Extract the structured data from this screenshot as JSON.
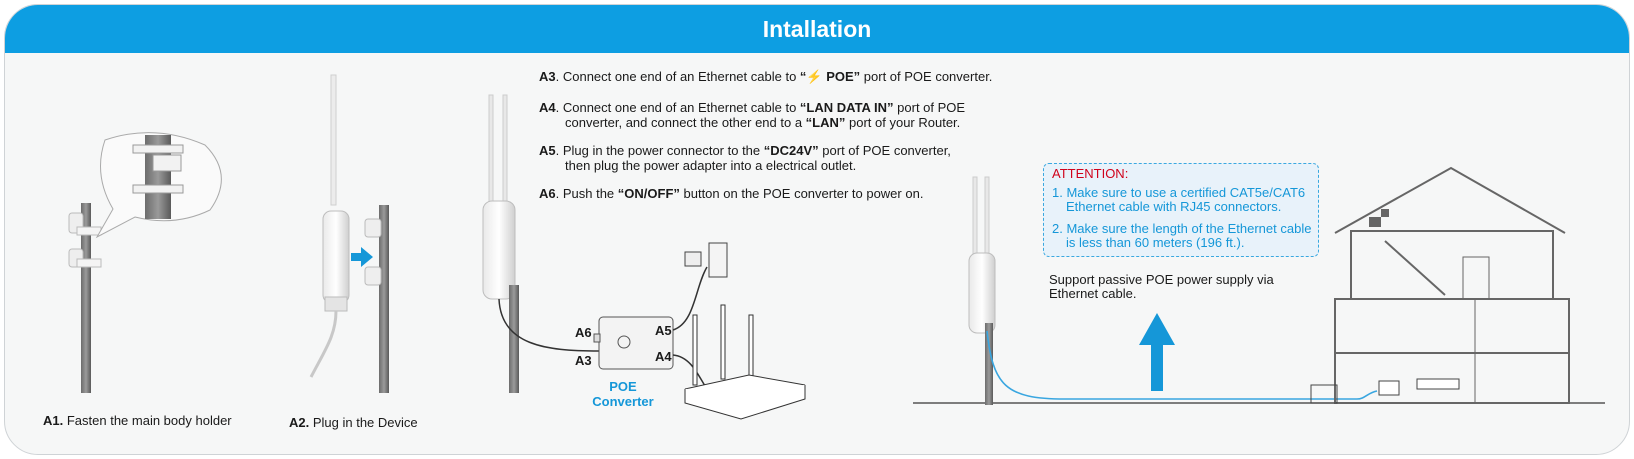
{
  "header": {
    "title": "Intallation"
  },
  "steps": {
    "a1": {
      "code": "A1.",
      "text": "Fasten the main body holder"
    },
    "a2": {
      "code": "A2.",
      "text": "Plug in the Device"
    },
    "a3": {
      "code": "A3",
      "pre": ". Connect one end of an Ethernet cable to ",
      "em": "“⚡ POE”",
      "post": " port of POE converter."
    },
    "a4": {
      "code": "A4",
      "pre": ". Connect one end of an Ethernet cable to ",
      "em": "“LAN DATA IN”",
      "post": " port of POE",
      "line2_pre": "converter, and connect the other end to a ",
      "line2_em": "“LAN”",
      "line2_post": " port of your Router."
    },
    "a5": {
      "code": "A5",
      "pre": ". Plug in the power connector to the ",
      "em": "“DC24V”",
      "post": " port of POE converter,",
      "line2": "then plug the power adapter into a electrical outlet."
    },
    "a6": {
      "code": "A6",
      "pre": ". Push the ",
      "em": "“ON/OFF”",
      "post": " button on the POE converter  to  power  on."
    }
  },
  "poe_converter": {
    "label_line1": "POE",
    "label_line2": "Converter",
    "ports": {
      "a6": "A6",
      "a3": "A3",
      "a5": "A5",
      "a4": "A4"
    }
  },
  "attention": {
    "title": "ATTENTION:",
    "item1_line1": "1. Make sure to use a certified CAT5e/CAT6",
    "item1_line2": "Ethernet cable with RJ45 connectors.",
    "item2_line1": "2. Make sure the length of the Ethernet cable",
    "item2_line2": "is less than 60 meters (196 ft.)."
  },
  "support_note": {
    "line1": "Support passive POE power supply via",
    "line2": "Ethernet cable."
  },
  "colors": {
    "header": "#0d9ee2",
    "accent_blue": "#1597d8",
    "attention_red": "#d0021b"
  }
}
